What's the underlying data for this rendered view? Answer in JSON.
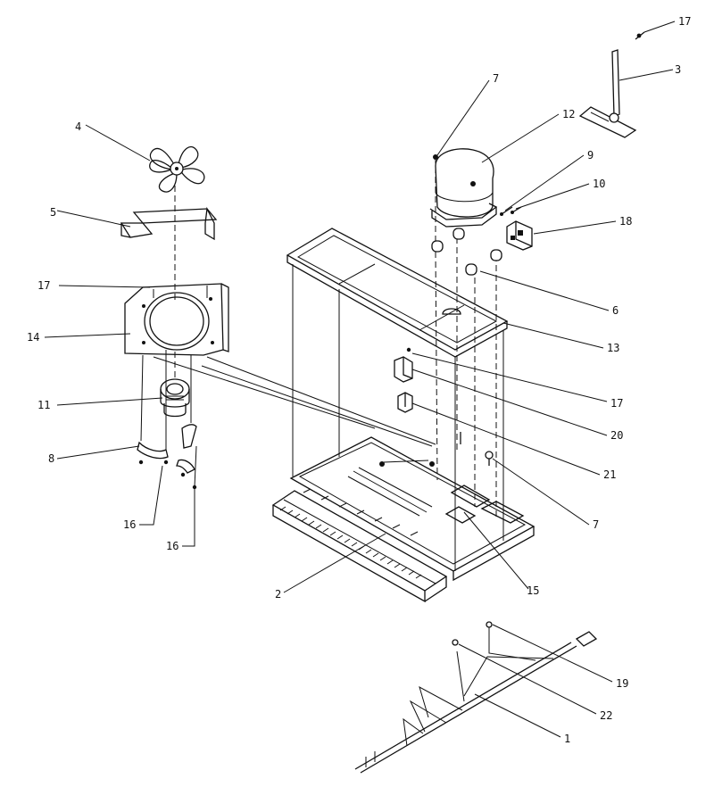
{
  "callouts": [
    {
      "id": "c1",
      "label": "1"
    },
    {
      "id": "c2",
      "label": "2"
    },
    {
      "id": "c3",
      "label": "3"
    },
    {
      "id": "c4",
      "label": "4"
    },
    {
      "id": "c5",
      "label": "5"
    },
    {
      "id": "c6",
      "label": "6"
    },
    {
      "id": "c7a",
      "label": "7"
    },
    {
      "id": "c7b",
      "label": "7"
    },
    {
      "id": "c8",
      "label": "8"
    },
    {
      "id": "c9",
      "label": "9"
    },
    {
      "id": "c10",
      "label": "10"
    },
    {
      "id": "c11",
      "label": "11"
    },
    {
      "id": "c12",
      "label": "12"
    },
    {
      "id": "c13",
      "label": "13"
    },
    {
      "id": "c14",
      "label": "14"
    },
    {
      "id": "c15",
      "label": "15"
    },
    {
      "id": "c16a",
      "label": "16"
    },
    {
      "id": "c16b",
      "label": "16"
    },
    {
      "id": "c17a",
      "label": "17"
    },
    {
      "id": "c17b",
      "label": "17"
    },
    {
      "id": "c17c",
      "label": "17"
    },
    {
      "id": "c18",
      "label": "18"
    },
    {
      "id": "c19",
      "label": "19"
    },
    {
      "id": "c20",
      "label": "20"
    },
    {
      "id": "c21",
      "label": "21"
    },
    {
      "id": "c22",
      "label": "22"
    }
  ]
}
